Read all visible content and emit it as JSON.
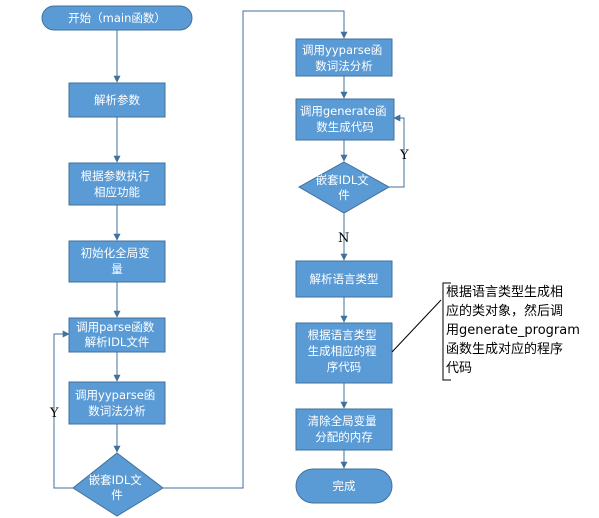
{
  "nodes": {
    "start": [
      "开始（main函数）"
    ],
    "parse_args": [
      "解析参数"
    ],
    "exec_by_args": [
      "根据参数执行",
      "相应功能"
    ],
    "init_globals": [
      "初始化全局变",
      "量"
    ],
    "call_parse": [
      "调用parse函数",
      "解析IDL文件"
    ],
    "call_yyparse_left": [
      "调用yyparse函",
      "数词法分析"
    ],
    "nested_idl_left": [
      "嵌套IDL文",
      "件"
    ],
    "call_yyparse_right": [
      "调用yyparse函",
      "数词法分析"
    ],
    "call_generate": [
      "调用generate函",
      "数生成代码"
    ],
    "nested_idl_right": [
      "嵌套IDL文",
      "件"
    ],
    "parse_lang_type": [
      "解析语言类型"
    ],
    "gen_by_lang": [
      "根据语言类型",
      "生成相应的程",
      "序代码"
    ],
    "clear_globals": [
      "清除全局变量",
      "分配的内存"
    ],
    "finish": [
      "完成"
    ]
  },
  "labels": {
    "left_yes": "Y",
    "right_yes": "Y",
    "right_no": "N"
  },
  "note": [
    "根据语言类型生成相",
    "应的类对象，然后调",
    "用generate_program",
    "函数生成对应的程序",
    "代码"
  ]
}
